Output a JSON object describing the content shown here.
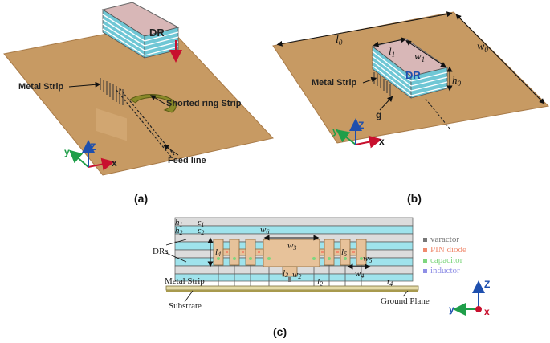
{
  "colors": {
    "board": "#c79a63",
    "board_edge": "#a87a47",
    "cyan": "#9fe3ec",
    "gray": "#dcdcdc",
    "strip": "#e7c29a",
    "arrow_red": "#c8102e",
    "axis_green": "#1f9e49",
    "axis_blue": "#1e4fae",
    "ground": "#e5dba8"
  },
  "panel_a": {
    "dr_label": "DR",
    "metal_strip_label": "Metal Strip",
    "shorted_ring_label": "Shorted ring Strip",
    "feed_line_label": "Feed line",
    "axis_x": "x",
    "axis_y": "y",
    "axis_z": "Z",
    "caption": "(a)"
  },
  "panel_b": {
    "l0": "l",
    "l0_sub": "0",
    "w0": "w",
    "w0_sub": "0",
    "l1": "l",
    "l1_sub": "1",
    "w1": "w",
    "w1_sub": "1",
    "h0": "h",
    "h0_sub": "0",
    "dr_label": "DR",
    "metal_strip_label": "Metal Strip",
    "g_label": "g",
    "axis_x": "x",
    "axis_y": "y",
    "axis_z": "Z",
    "caption": "(b)"
  },
  "panel_c": {
    "h1": "h",
    "h1_sub": "1",
    "h2": "h",
    "h2_sub": "2",
    "eps1": "ε",
    "eps1_sub": "1",
    "eps2": "ε",
    "eps2_sub": "2",
    "w6": "w",
    "w6_sub": "6",
    "w3": "w",
    "w3_sub": "3",
    "l4": "l",
    "l4_sub": "4",
    "l5": "l",
    "l5_sub": "5",
    "w5": "w",
    "w5_sub": "5",
    "w4": "w",
    "w4_sub": "4",
    "l3": "l",
    "l3_sub": "3",
    "w2": "w",
    "w2_sub": "2",
    "l2": "l",
    "l2_sub": "2",
    "t4": "t",
    "t4_sub": "4",
    "drs_label": "DRs",
    "metal_strip_label": "Metal Strip",
    "substrate_label": "Substrate",
    "ground_plane_label": "Ground Plane",
    "legend": [
      {
        "label": "varactor",
        "color": "#777777"
      },
      {
        "label": "PIN diode",
        "color": "#f08a6e"
      },
      {
        "label": "capacitor",
        "color": "#7ed67e"
      },
      {
        "label": "inductor",
        "color": "#8f8fe6"
      }
    ],
    "axis_x": "x",
    "axis_y": "y",
    "axis_z": "Z",
    "caption": "(c)"
  }
}
